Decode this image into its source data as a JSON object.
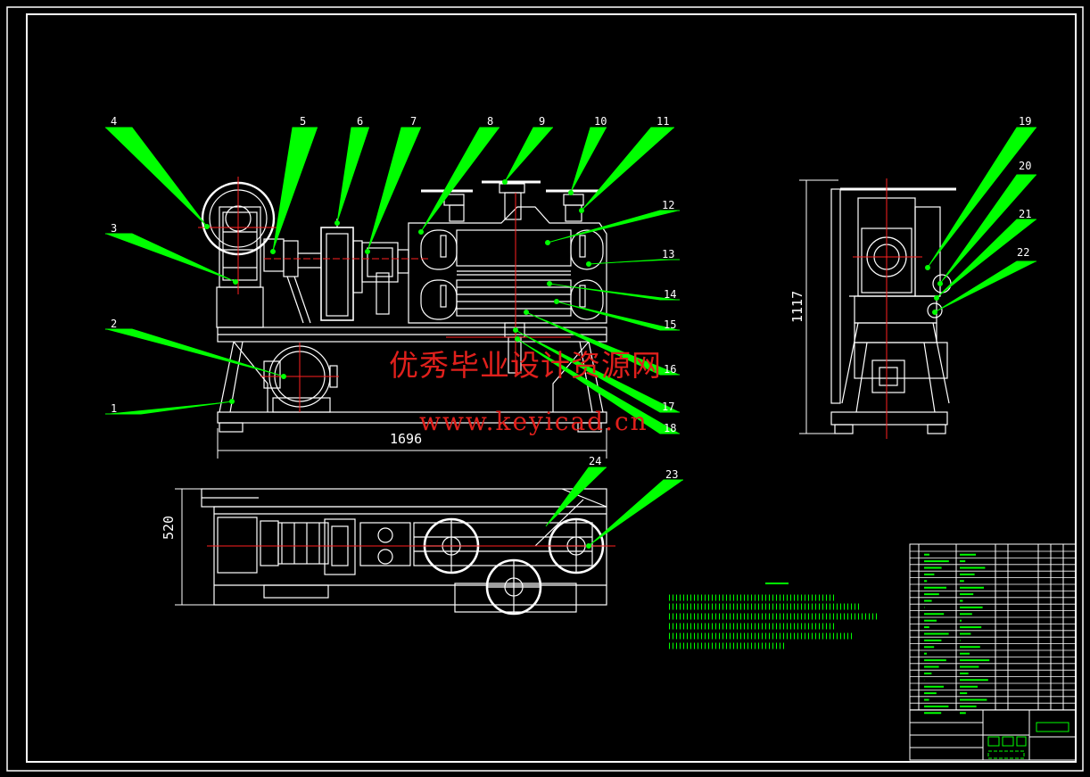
{
  "drawing": {
    "labels": [
      {
        "id": "1",
        "text": "1"
      },
      {
        "id": "2",
        "text": "2"
      },
      {
        "id": "3",
        "text": "3"
      },
      {
        "id": "4",
        "text": "4"
      },
      {
        "id": "5",
        "text": "5"
      },
      {
        "id": "6",
        "text": "6"
      },
      {
        "id": "7",
        "text": "7"
      },
      {
        "id": "8",
        "text": "8"
      },
      {
        "id": "9",
        "text": "9"
      },
      {
        "id": "10",
        "text": "10"
      },
      {
        "id": "11",
        "text": "11"
      },
      {
        "id": "12",
        "text": "12"
      },
      {
        "id": "13",
        "text": "13"
      },
      {
        "id": "14",
        "text": "14"
      },
      {
        "id": "15",
        "text": "15"
      },
      {
        "id": "16",
        "text": "16"
      },
      {
        "id": "17",
        "text": "17"
      },
      {
        "id": "18",
        "text": "18"
      },
      {
        "id": "19",
        "text": "19"
      },
      {
        "id": "20",
        "text": "20"
      },
      {
        "id": "21",
        "text": "21"
      },
      {
        "id": "22",
        "text": "22"
      },
      {
        "id": "23",
        "text": "23"
      },
      {
        "id": "24",
        "text": "24"
      }
    ],
    "dimensions": {
      "length": "1696",
      "width": "520",
      "height": "1117"
    },
    "watermark": {
      "line1": "优秀毕业设计资源网",
      "line2": "www.keyicad.cn"
    }
  },
  "colors": {
    "background": "#000000",
    "lines": "#ffffff",
    "leaders": "#00ff00",
    "center": "#ff2020",
    "watermark": "#e0201c"
  }
}
